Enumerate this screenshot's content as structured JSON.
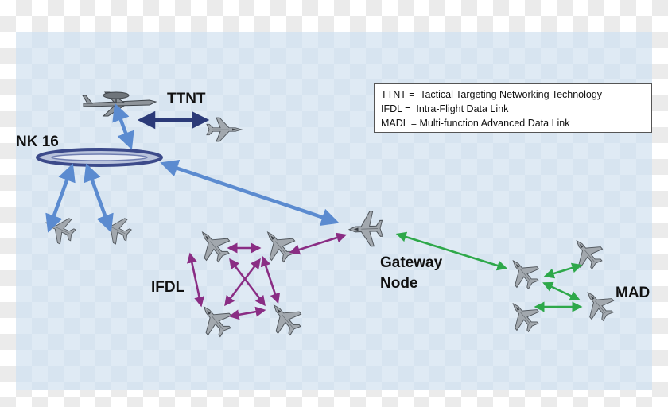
{
  "labels": {
    "ttnt": "TTNT",
    "link16": "NK 16",
    "ifdl": "IFDL",
    "gateway_line1": "Gateway",
    "gateway_line2": "Node",
    "madl": "MAD"
  },
  "legend": [
    {
      "abbr": "TTNT",
      "sep": " =  ",
      "text": "Tactical Targeting Networking Technology"
    },
    {
      "abbr": "IFDL",
      "sep": " =  ",
      "text": "Intra-Flight Data Link"
    },
    {
      "abbr": "MADL",
      "sep": " = ",
      "text": "Multi-function Advanced Data Link"
    }
  ],
  "colors": {
    "link16_arrow": "#5b8bd0",
    "ttnt_arrow": "#2b3a78",
    "ifdl_arrow": "#8a2d84",
    "madl_arrow": "#2ea84a",
    "aircraft": "#9aa0a6",
    "background": "#dfeaf4"
  },
  "icons": {
    "awacs": "awacs-aircraft-icon",
    "fighter": "fighter-jet-icon",
    "ring": "link16-network-ring-icon"
  }
}
